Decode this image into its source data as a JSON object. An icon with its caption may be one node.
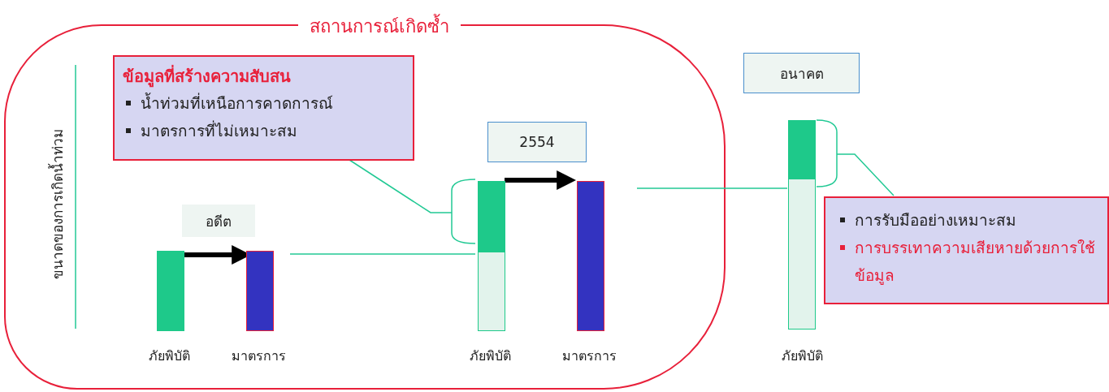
{
  "diagram": {
    "nodes": [
      {
        "text": [
          "สถานการณ์เกิดซ้ำ"
        ]
      },
      {
        "text": [
          "ข้อมูลที่สร้างความสับสน",
          "น้ำท่วมที่เหนือการคาดการณ์",
          "มาตรการที่ไม่เหมาะสม"
        ],
        "in": 0
      },
      {
        "text": [
          "อดีต"
        ],
        "in": 0
      },
      {
        "text": [],
        "shape": "bar",
        "beside": [
          "ภัยพิบัติ"
        ],
        "in": 0
      },
      {
        "text": [],
        "shape": "bar",
        "beside": [
          "มาตรการ"
        ],
        "in": 0
      },
      {
        "text": [
          "2554"
        ],
        "in": 0
      },
      {
        "text": [],
        "shape": "bar",
        "beside": [
          "ภัยพิบัติ"
        ],
        "in": 0
      },
      {
        "text": [],
        "shape": "bar",
        "beside": [
          "มาตรการ"
        ],
        "in": 0
      },
      {
        "text": [
          "อนาคต"
        ]
      },
      {
        "text": [],
        "shape": "bar",
        "beside": [
          "ภัยพิบัติ"
        ]
      },
      {
        "text": [
          "การรับมืออย่างเหมาะสม",
          "การบรรเทาความเสียหายด้วยการใช้ข้อมูล"
        ]
      }
    ],
    "edges": [
      {
        "from": 3,
        "to": 4,
        "arrow": "to",
        "style": "thick",
        "color": "#000000"
      },
      {
        "from": 6,
        "to": 7,
        "arrow": "to",
        "style": "thick",
        "color": "#000000"
      },
      {
        "from": 1,
        "to": 6,
        "arrow": "none"
      },
      {
        "from": 4,
        "to": 6,
        "arrow": "none"
      },
      {
        "from": 7,
        "to": 9,
        "arrow": "none"
      },
      {
        "from": 9,
        "to": 10,
        "arrow": "none"
      }
    ],
    "labels": [
      "ขนาดของการเกิดน้ำท่วม"
    ]
  }
}
